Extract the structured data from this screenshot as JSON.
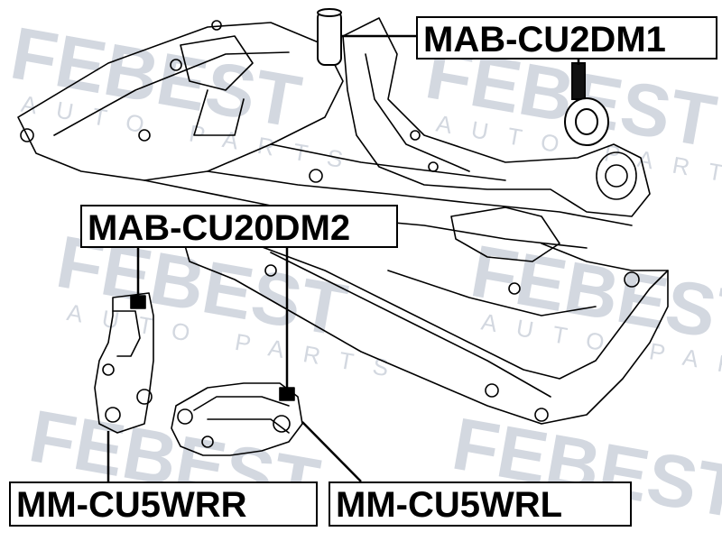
{
  "watermark": {
    "brand": "FEBEST",
    "tagline": "AUTO PARTS"
  },
  "labels": {
    "cu2dm1": "MAB-CU2DM1",
    "cu20dm2": "MAB-CU20DM2",
    "cu5wrr": "MM-CU5WRR",
    "cu5wrl": "MM-CU5WRL"
  },
  "colors": {
    "ink": "#000000",
    "watermark": "#cfd4dc",
    "background": "#ffffff"
  }
}
